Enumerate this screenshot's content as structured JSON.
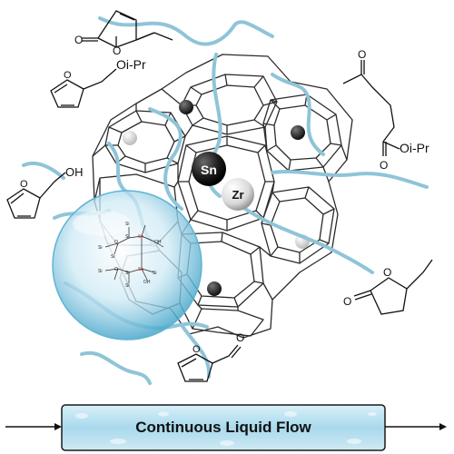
{
  "metals": {
    "tin": "Sn",
    "zirconium": "Zr"
  },
  "molecules": {
    "furfuryl_isopropyl_ether_group": "Oi-Pr",
    "furfuryl_alcohol_group": "OH",
    "lactone_oxygen_top": "O",
    "lactone_carbonyl_top": "O",
    "levulinate_oxygen": "O",
    "levulinate_ester_group": "Oi-Pr",
    "gvl_ring_oxygen": "O",
    "gvl_carbonyl": "O",
    "furfural_aldehyde": "O"
  },
  "silanol_labels": [
    "Si",
    "O",
    "Sn",
    "OH"
  ],
  "flow": {
    "label": "Continuous Liquid Flow"
  },
  "colors": {
    "framework_line": "#2b2b2b",
    "wave": "#8fc4d8",
    "bubble_core": "#d9f0f8",
    "bubble_edge": "#5fb4d3",
    "sn_atom": "#1c1c1c",
    "zr_atom": "#e9e9e9",
    "flow_tube": "#bfe3f1",
    "flow_border": "#1a1a1a"
  }
}
